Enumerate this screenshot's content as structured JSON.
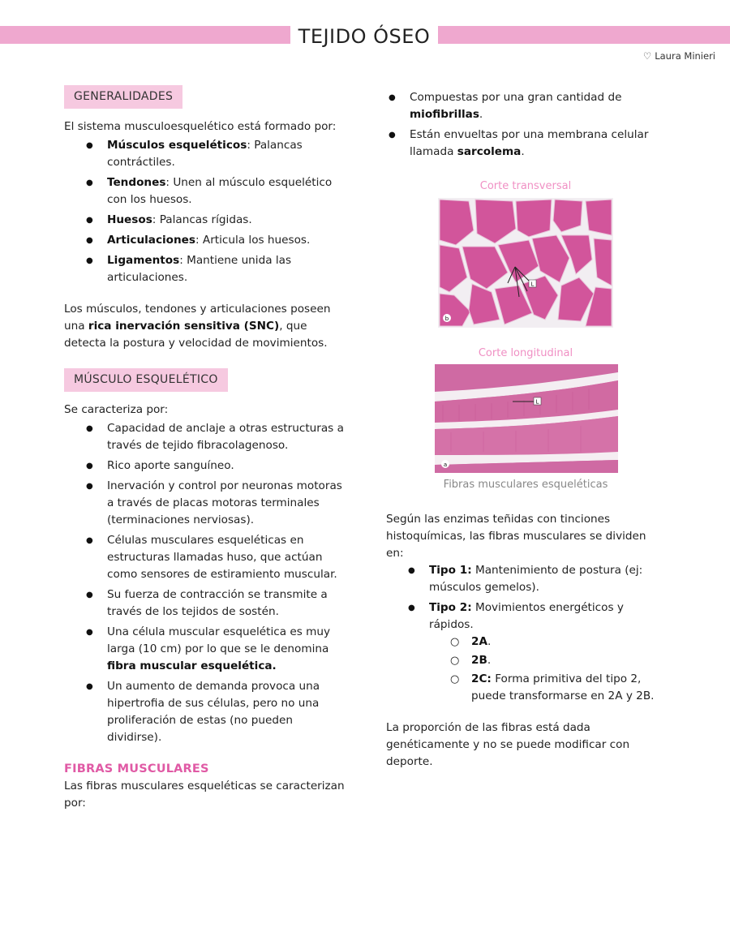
{
  "header": {
    "title": "TEJIDO ÓSEO",
    "author": "Laura Minieri"
  },
  "left": {
    "tag1": "GENERALIDADES",
    "intro1": "El sistema musculoesquelético está formado por:",
    "list1": [
      {
        "b": "Músculos esqueléticos",
        "t": ": Palancas contráctiles."
      },
      {
        "b": "Tendones",
        "t": ": Unen al músculo esquelético con los huesos."
      },
      {
        "b": "Huesos",
        "t": ": Palancas rígidas."
      },
      {
        "b": "Articulaciones",
        "t": ": Articula los huesos."
      },
      {
        "b": "Ligamentos",
        "t": ": Mantiene unida las articulaciones."
      }
    ],
    "para1_a": "Los músculos, tendones y articulaciones poseen una ",
    "para1_b": "rica inervación sensitiva (SNC)",
    "para1_c": ", que detecta la postura y velocidad de movimientos.",
    "tag2": "MÚSCULO ESQUELÉTICO",
    "intro2": "Se caracteriza por:",
    "list2": [
      "Capacidad de anclaje a otras estructuras a través de tejido fibracolagenoso.",
      "Rico aporte sanguíneo.",
      "Inervación y control por neuronas motoras a través de placas motoras terminales (terminaciones nerviosas).",
      "Células musculares esqueléticas en estructuras llamadas huso, que actúan como sensores de estiramiento muscular.",
      "Su fuerza de contracción se transmite a través de los tejidos de sostén."
    ],
    "list2_item6_a": "Una célula muscular esquelética es muy larga (10 cm) por lo que se le denomina ",
    "list2_item6_b": "fibra muscular esquelética.",
    "list2_item7": "Un aumento de demanda provoca una hipertrofia de sus células, pero no una proliferación de estas (no pueden dividirse).",
    "heading3": "FIBRAS MUSCULARES",
    "para3": "Las fibras musculares esqueléticas se caracterizan por:"
  },
  "right": {
    "b1_a": "Compuestas por una gran cantidad de ",
    "b1_b": "miofibrillas",
    "b1_c": ".",
    "b2_a": "Están envueltas por una membrana celular llamada ",
    "b2_b": "sarcolema",
    "b2_c": ".",
    "cap1": "Corte transversal",
    "cap2": "Corte longitudinal",
    "cap3": "Fibras musculares esqueléticas",
    "img1_label_b": "b",
    "img2_label_a": "a",
    "img_label_l": "L",
    "para1": "Según las enzimas teñidas con tinciones histoquímicas, las fibras musculares se dividen en:",
    "t1_b": "Tipo 1:",
    "t1_t": " Mantenimiento de postura (ej: músculos gemelos).",
    "t2_b": "Tipo 2:",
    "t2_t": " Movimientos energéticos y rápidos.",
    "sub": [
      {
        "b": "2A",
        "t": "."
      },
      {
        "b": "2B",
        "t": "."
      },
      {
        "b": "2C:",
        "t": " Forma primitiva del tipo 2, puede transformarse en 2A y 2B."
      }
    ],
    "para2": "La proporción de las fibras está dada genéticamente y no se puede modificar con deporte."
  }
}
